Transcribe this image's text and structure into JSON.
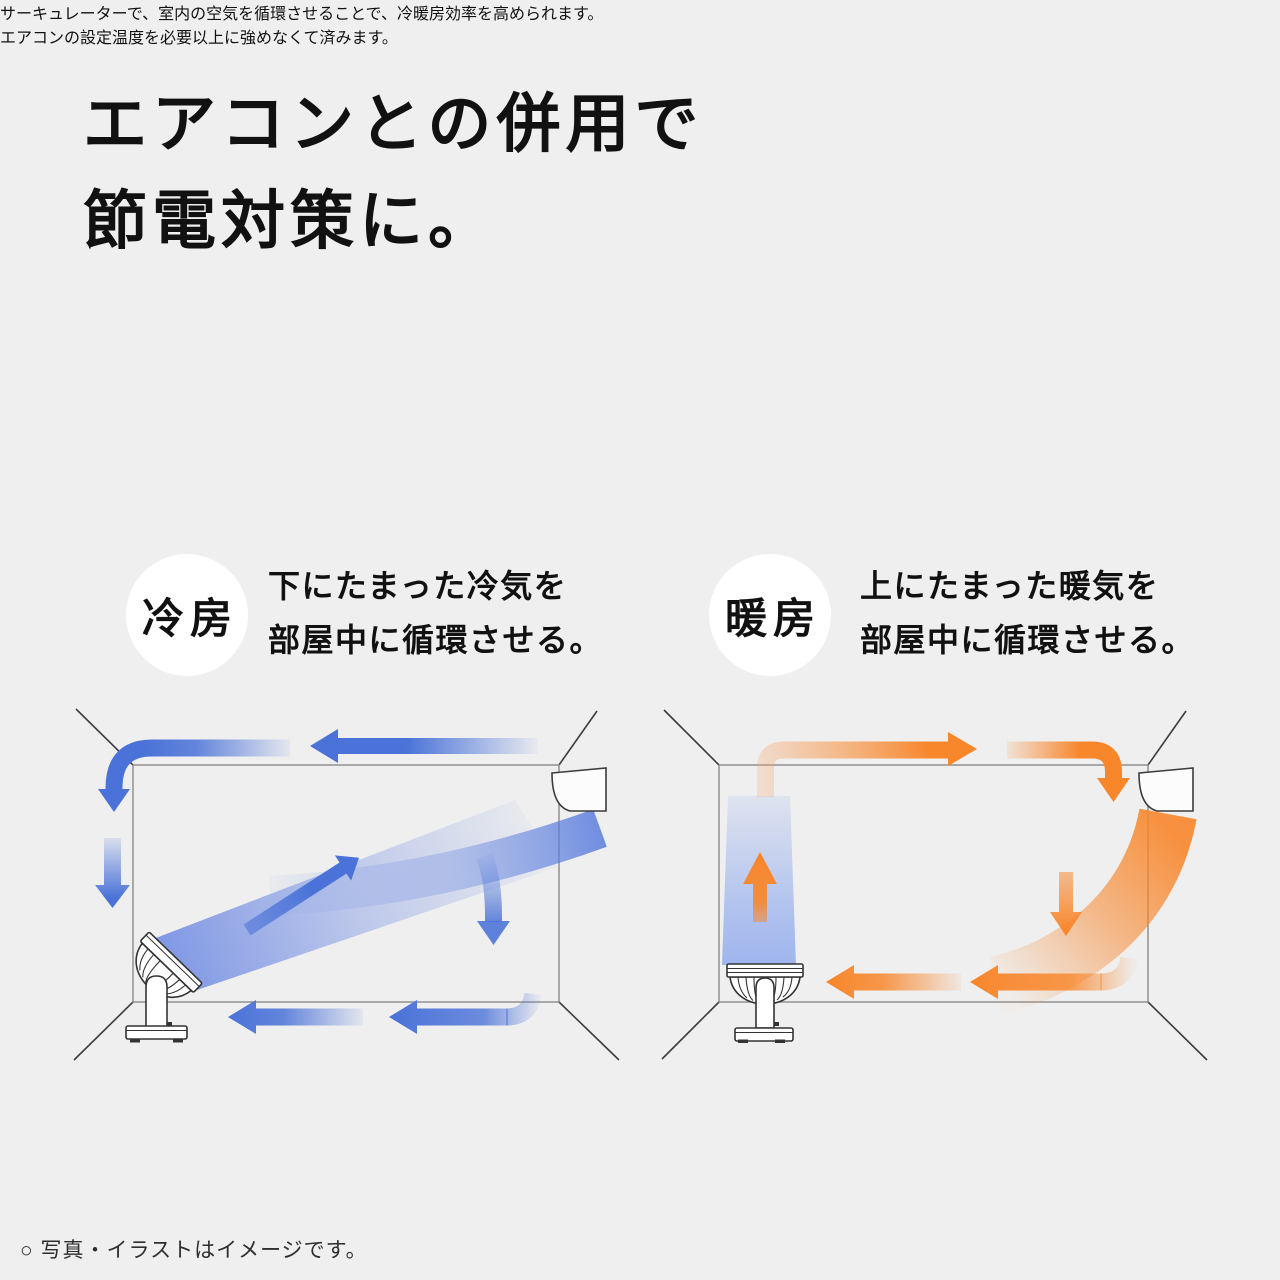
{
  "title": {
    "line1": "エアコンとの併用で",
    "line2": "節電対策に。"
  },
  "intro": {
    "line1": "サーキュレーターで、室内の空気を循環させることで、冷暖房効率を高められます。",
    "line2": "エアコンの設定温度を必要以上に強めなくて済みます。"
  },
  "cooling": {
    "badge_label": "冷房",
    "caption_line1": "下にたまった冷気を",
    "caption_line2": "部屋中に循環させる。",
    "arrow_color": "#4a72d8"
  },
  "heating": {
    "badge_label": "暖房",
    "caption_line1": "上にたまった暖気を",
    "caption_line2": "部屋中に循環させる。",
    "arrow_color": "#f8862b"
  },
  "footer": {
    "note": "○ 写真・イラストはイメージです。"
  },
  "colors": {
    "background": "#efefef",
    "text": "#111111",
    "badge_background": "#ffffff",
    "cool_accent": "#4a72d8",
    "warm_accent": "#f8862b",
    "outline_gray": "#8a8a8a",
    "line_dark": "#3c3c3c"
  }
}
